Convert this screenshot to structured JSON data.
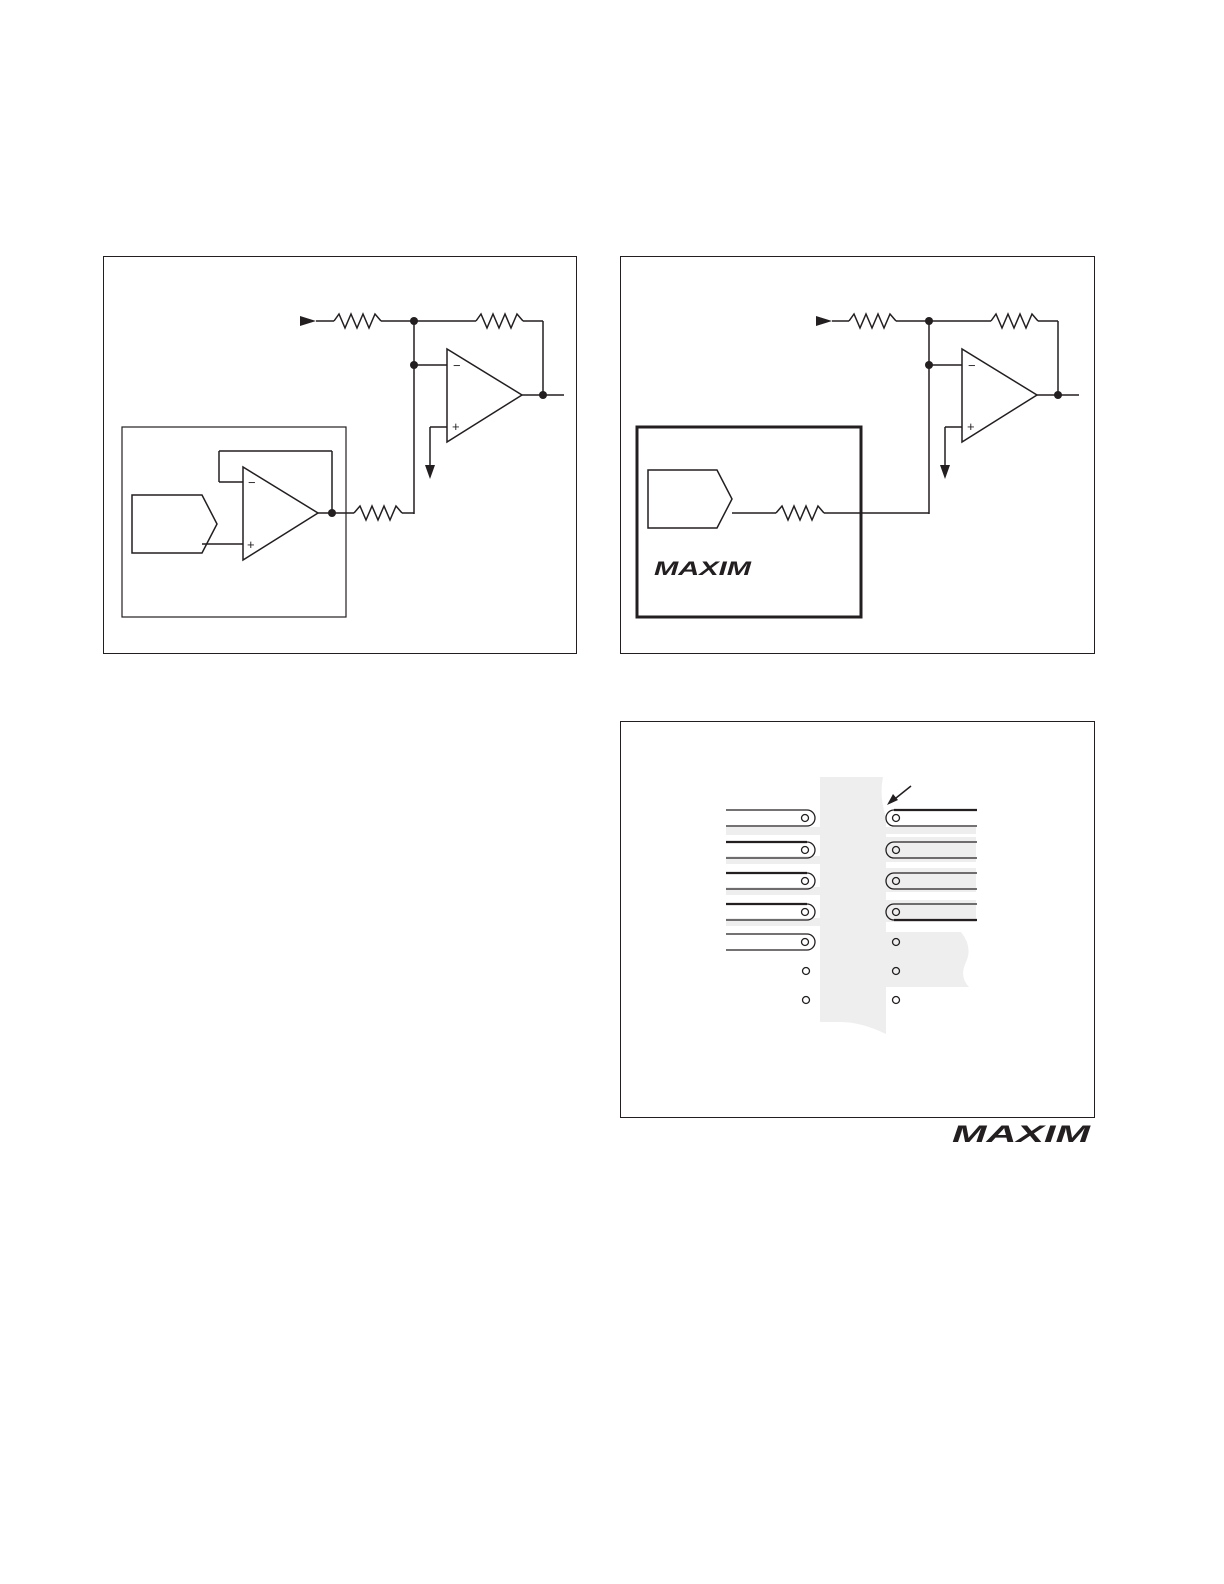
{
  "figures": [
    {
      "id": "fig-left",
      "description_visible": false
    },
    {
      "id": "fig-right",
      "description_visible": false
    },
    {
      "id": "fig-pcb",
      "description_visible": false
    }
  ],
  "brand": {
    "logo_text": "MAXIM"
  },
  "schematic": {
    "opamp_minus": "−",
    "opamp_plus": "+"
  },
  "colors": {
    "ink": "#231f20",
    "ground_plane": "#eeeeee"
  }
}
